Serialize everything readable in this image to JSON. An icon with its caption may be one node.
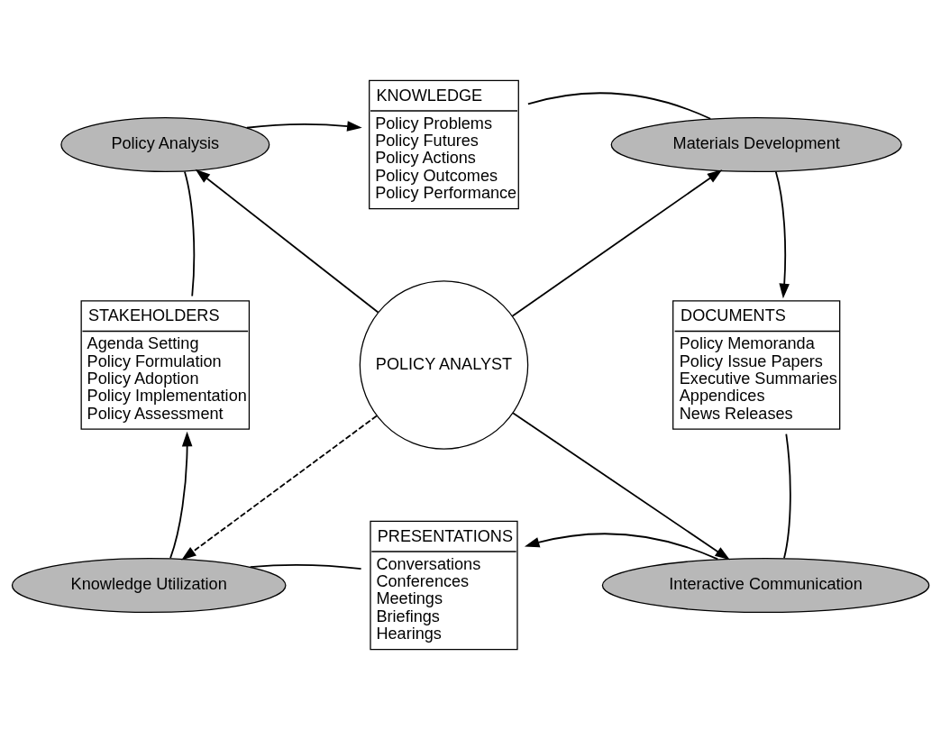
{
  "diagram": {
    "nodes": [
      {
        "text": [
          "KNOWLEDGE",
          "Policy Problems",
          "Policy Futures",
          "Policy Actions",
          "Policy Outcomes",
          "Policy Performance"
        ]
      },
      {
        "text": [
          "Policy Analysis"
        ]
      },
      {
        "text": [
          "Materials Development"
        ]
      },
      {
        "text": [
          "STAKEHOLDERS",
          "Agenda Setting",
          "Policy Formulation",
          "Policy Adoption",
          "Policy Implementation",
          "Policy Assessment"
        ]
      },
      {
        "text": [
          "POLICY ANALYST"
        ]
      },
      {
        "text": [
          "DOCUMENTS",
          "Policy Memoranda",
          "Policy Issue Papers",
          "Executive Summaries",
          "Appendices",
          "News Releases"
        ]
      },
      {
        "text": [
          "Knowledge Utilization"
        ]
      },
      {
        "text": [
          "Interactive Communication"
        ]
      },
      {
        "text": [
          "PRESENTATIONS",
          "Conversations",
          "Conferences",
          "Meetings",
          "Briefings",
          "Hearings"
        ]
      }
    ],
    "edges": [
      {
        "from": 1,
        "to": 0,
        "arrow": "to"
      },
      {
        "from": 0,
        "to": 2,
        "arrow": "none"
      },
      {
        "from": 2,
        "to": 5,
        "arrow": "to"
      },
      {
        "from": 5,
        "to": 7,
        "arrow": "none"
      },
      {
        "from": 7,
        "to": 8,
        "arrow": "to"
      },
      {
        "from": 8,
        "to": 6,
        "arrow": "none"
      },
      {
        "from": 6,
        "to": 3,
        "arrow": "to"
      },
      {
        "from": 3,
        "to": 1,
        "arrow": "none"
      },
      {
        "from": 4,
        "to": 1,
        "arrow": "to"
      },
      {
        "from": 4,
        "to": 2,
        "arrow": "to"
      },
      {
        "from": 4,
        "to": 7,
        "arrow": "to"
      },
      {
        "from": 4,
        "to": 6,
        "arrow": "to",
        "style": "dashed"
      }
    ]
  }
}
